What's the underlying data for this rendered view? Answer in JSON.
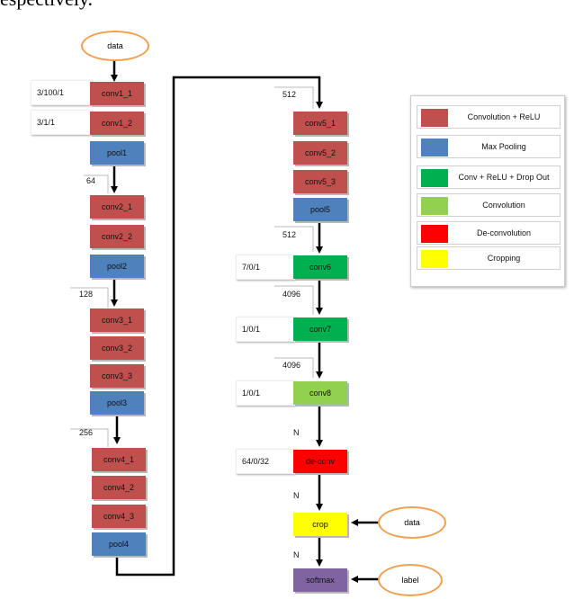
{
  "caption_fragment": "espectively.",
  "inputs": {
    "top": "data",
    "crop_input": "data",
    "softmax_input": "label"
  },
  "left_column": {
    "conv1_1": "conv1_1",
    "conv1_1_param": "3/100/1",
    "conv1_2": "conv1_2",
    "conv1_2_param": "3/1/1",
    "pool1": "pool1",
    "ch2": "64",
    "conv2_1": "conv2_1",
    "conv2_2": "conv2_2",
    "pool2": "pool2",
    "ch3": "128",
    "conv3_1": "conv3_1",
    "conv3_2": "conv3_2",
    "conv3_3": "conv3_3",
    "pool3": "pool3",
    "ch4": "256",
    "conv4_1": "conv4_1",
    "conv4_2": "conv4_2",
    "conv4_3": "conv4_3",
    "pool4": "pool4"
  },
  "right_column": {
    "ch5": "512",
    "conv5_1": "conv5_1",
    "conv5_2": "conv5_2",
    "conv5_3": "conv5_3",
    "pool5": "pool5",
    "ch6": "512",
    "conv6": "conv6",
    "conv6_param": "7/0/1",
    "ch7": "4096",
    "conv7": "conv7",
    "conv7_param": "1/0/1",
    "ch8": "4096",
    "conv8": "conv8",
    "conv8_param": "1/0/1",
    "ch_deconv": "N",
    "deconv": "de-conv",
    "deconv_param": "64/0/32",
    "ch_crop": "N",
    "crop": "crop",
    "ch_softmax": "N",
    "softmax": "softmax"
  },
  "legend": [
    {
      "label": "Convolution  + ReLU",
      "color": "#c0504d"
    },
    {
      "label": "Max Pooling",
      "color": "#4f81bd"
    },
    {
      "label": "Conv + ReLU + Drop Out",
      "color": "#00b050"
    },
    {
      "label": "Convolution",
      "color": "#92d050"
    },
    {
      "label": "De-convolution",
      "color": "#ff0000"
    },
    {
      "label": "Cropping",
      "color": "#ffff00"
    }
  ],
  "colors": {
    "conv_relu": "#c0504d",
    "pool": "#4f81bd",
    "dropout": "#00b050",
    "conv": "#92d050",
    "deconv": "#ff0000",
    "crop": "#ffff00",
    "softmax": "#8064a2",
    "ellipse_border": "#f0a050"
  }
}
